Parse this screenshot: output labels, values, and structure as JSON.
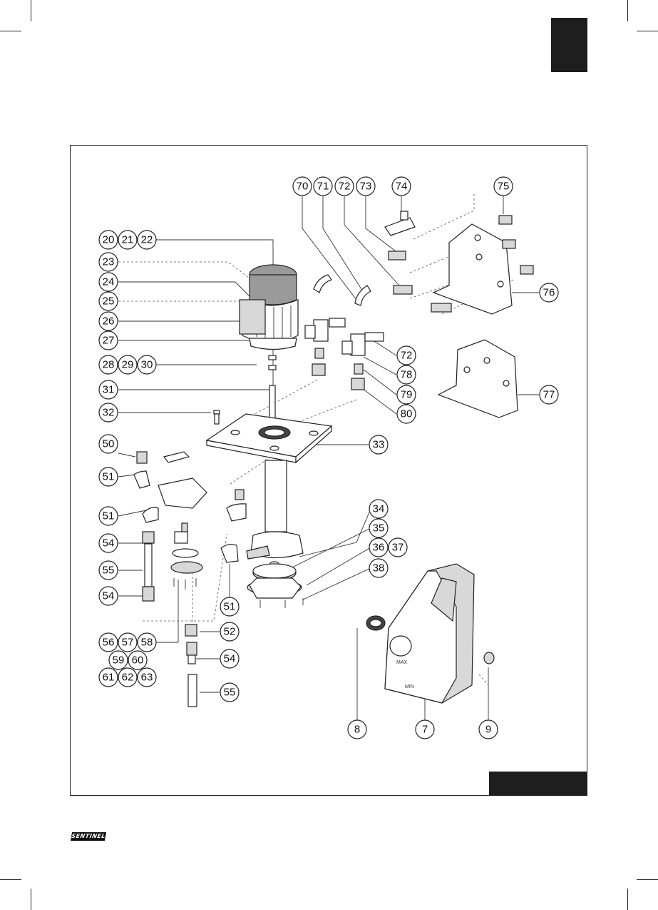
{
  "brand": {
    "logo_text": "SENTINEL"
  },
  "callouts": [
    {
      "id": "c70",
      "label": "70"
    },
    {
      "id": "c71",
      "label": "71"
    },
    {
      "id": "c72a",
      "label": "72"
    },
    {
      "id": "c73",
      "label": "73"
    },
    {
      "id": "c74",
      "label": "74"
    },
    {
      "id": "c75",
      "label": "75"
    },
    {
      "id": "c20",
      "label": "20"
    },
    {
      "id": "c21",
      "label": "21"
    },
    {
      "id": "c22",
      "label": "22"
    },
    {
      "id": "c23",
      "label": "23"
    },
    {
      "id": "c24",
      "label": "24"
    },
    {
      "id": "c25",
      "label": "25"
    },
    {
      "id": "c26",
      "label": "26"
    },
    {
      "id": "c27",
      "label": "27"
    },
    {
      "id": "c28",
      "label": "28"
    },
    {
      "id": "c29",
      "label": "29"
    },
    {
      "id": "c30",
      "label": "30"
    },
    {
      "id": "c31",
      "label": "31"
    },
    {
      "id": "c32",
      "label": "32"
    },
    {
      "id": "c76",
      "label": "76"
    },
    {
      "id": "c72b",
      "label": "72"
    },
    {
      "id": "c78",
      "label": "78"
    },
    {
      "id": "c79",
      "label": "79"
    },
    {
      "id": "c80",
      "label": "80"
    },
    {
      "id": "c77",
      "label": "77"
    },
    {
      "id": "c33",
      "label": "33"
    },
    {
      "id": "c50",
      "label": "50"
    },
    {
      "id": "c51a",
      "label": "51"
    },
    {
      "id": "c51b",
      "label": "51"
    },
    {
      "id": "c34",
      "label": "34"
    },
    {
      "id": "c35",
      "label": "35"
    },
    {
      "id": "c36",
      "label": "36"
    },
    {
      "id": "c37",
      "label": "37"
    },
    {
      "id": "c54a",
      "label": "54"
    },
    {
      "id": "c38",
      "label": "38"
    },
    {
      "id": "c55a",
      "label": "55"
    },
    {
      "id": "c54b",
      "label": "54"
    },
    {
      "id": "c51c",
      "label": "51"
    },
    {
      "id": "c52",
      "label": "52"
    },
    {
      "id": "c56",
      "label": "56"
    },
    {
      "id": "c57",
      "label": "57"
    },
    {
      "id": "c58",
      "label": "58"
    },
    {
      "id": "c59",
      "label": "59"
    },
    {
      "id": "c60",
      "label": "60"
    },
    {
      "id": "c54c",
      "label": "54"
    },
    {
      "id": "c61",
      "label": "61"
    },
    {
      "id": "c62",
      "label": "62"
    },
    {
      "id": "c63",
      "label": "63"
    },
    {
      "id": "c55b",
      "label": "55"
    },
    {
      "id": "c8",
      "label": "8"
    },
    {
      "id": "c7",
      "label": "7"
    },
    {
      "id": "c9",
      "label": "9"
    }
  ],
  "tank_marks": {
    "max": "MAX",
    "min": "MIN"
  }
}
